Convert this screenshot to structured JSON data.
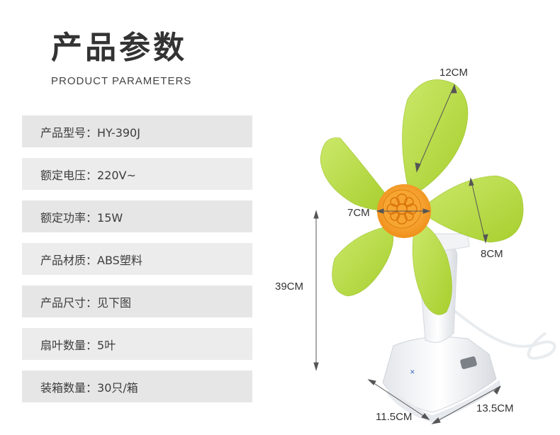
{
  "header": {
    "title": "产品参数",
    "subtitle": "PRODUCT PARAMETERS"
  },
  "params": [
    {
      "label": "产品型号：",
      "value": "HY-390J"
    },
    {
      "label": "额定电压：",
      "value": "220V~"
    },
    {
      "label": "额定功率：",
      "value": "15W"
    },
    {
      "label": "产品材质：",
      "value": "ABS塑料"
    },
    {
      "label": "产品尺寸：",
      "value": "见下图"
    },
    {
      "label": "扇叶数量：",
      "value": "5叶"
    },
    {
      "label": "装箱数量：",
      "value": "30只/箱"
    }
  ],
  "dimensions": {
    "blade_width": "12CM",
    "hub": "7CM",
    "blade_length": "8CM",
    "height": "39CM",
    "base_width": "11.5CM",
    "base_depth": "13.5CM"
  },
  "colors": {
    "blade": "#b9dc48",
    "hub": "#f39a1e",
    "body": "#f4f5f7"
  }
}
